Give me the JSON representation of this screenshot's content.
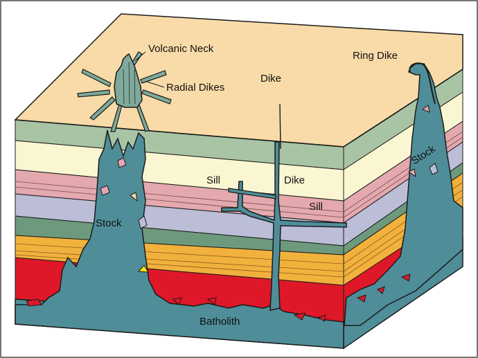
{
  "labels": {
    "volcanic_neck": "Volcanic Neck",
    "radial_dikes": "Radial Dikes",
    "dike_surface": "Dike",
    "ring_dike": "Ring Dike",
    "sill_left": "Sill",
    "dike_middle": "Dike",
    "sill_right": "Sill",
    "stock_left": "Stock",
    "stock_right": "Stock",
    "batholith": "Batholith"
  },
  "colors": {
    "surface": "#f8dba8",
    "green_layer": "#a9c4a4",
    "cream_layer": "#fbf6d2",
    "pink_layer": "#e3a9ae",
    "lavender_layer": "#bcbdd6",
    "dark_green_layer": "#6d9a7c",
    "orange_layer": "#f2b13d",
    "red_layer": "#de1828",
    "intrusion": "#4f8e98",
    "basement": "#4f8e98",
    "outline": "#1a1a1a",
    "accent_yellow": "#f5e60a",
    "accent_pink": "#e6a6b5"
  }
}
